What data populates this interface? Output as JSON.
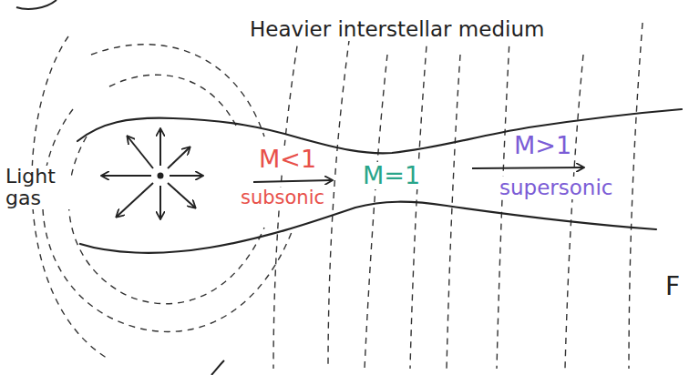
{
  "diagram": {
    "labels": [
      "Heavier interstellar medium",
      "Light gas",
      "M<1",
      "subsonic",
      "M=1",
      "M>1",
      "supersonic",
      "F"
    ]
  }
}
